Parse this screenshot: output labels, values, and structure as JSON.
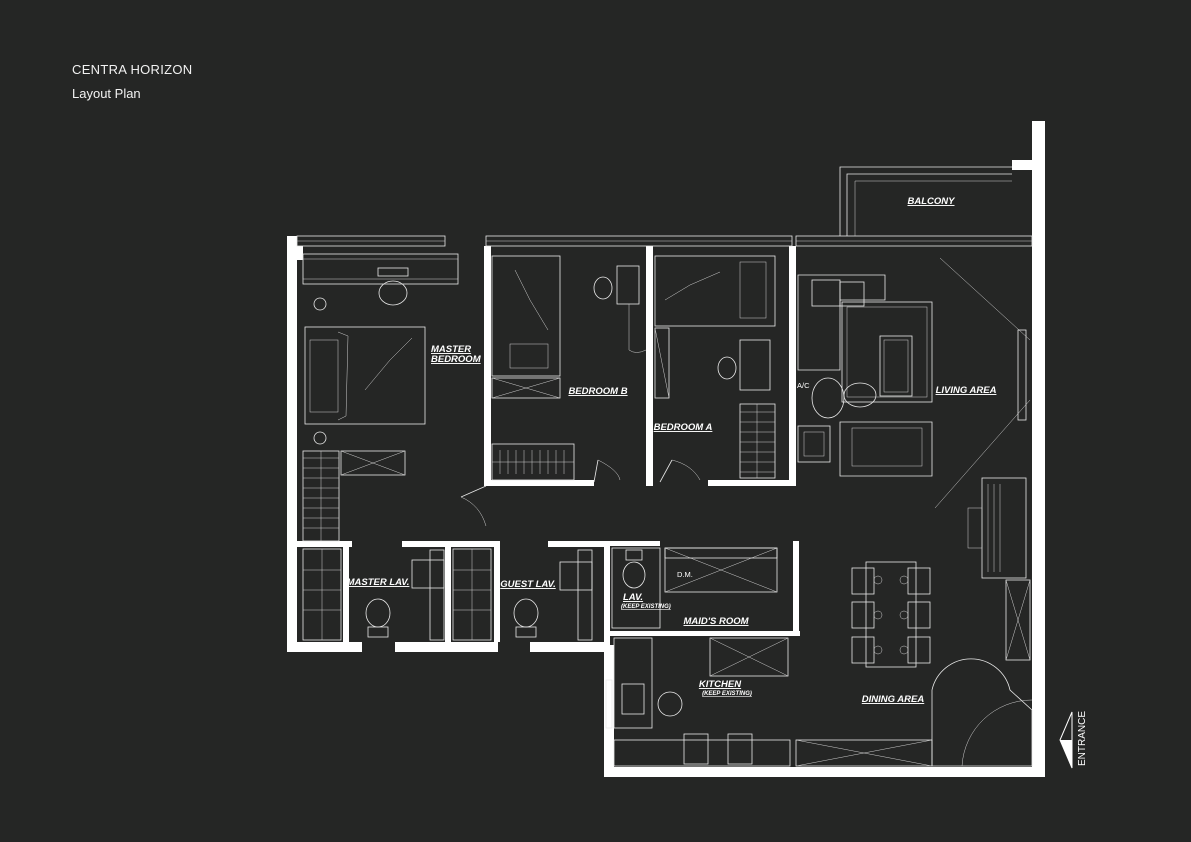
{
  "header": {
    "project_title": "CENTRA HORIZON",
    "plan_subtitle": "Layout Plan"
  },
  "rooms": {
    "master_bedroom": [
      "MASTER",
      "BEDROOM"
    ],
    "bedroom_b": "BEDROOM B",
    "bedroom_a": "BEDROOM A",
    "living_area": "LIVING AREA",
    "balcony": "BALCONY",
    "master_lav": "MASTER LAV.",
    "guest_lav": "GUEST LAV.",
    "lav": "LAV.",
    "lav_note": "(KEEP EXISTING)",
    "maids_room": "MAID'S ROOM",
    "dm": "D.M.",
    "kitchen": "KITCHEN",
    "kitchen_note": "(KEEP EXISTING)",
    "dining_area": "DINING AREA",
    "ac": "A/C"
  },
  "entrance_label": "ENTRANCE",
  "colors": {
    "background": "#252625",
    "walls": "#ffffff",
    "linework": "#e9e9e9"
  }
}
